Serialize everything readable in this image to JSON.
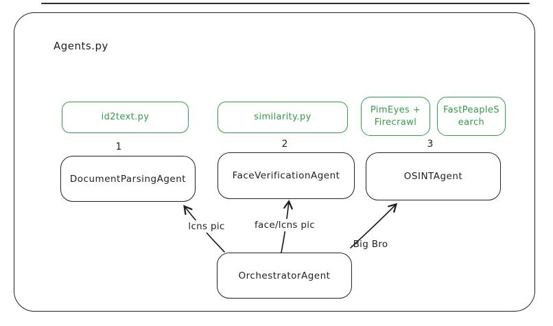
{
  "frame": {
    "title": "Agents.py"
  },
  "tools": [
    {
      "label": "id2text.py"
    },
    {
      "label": "similarity.py"
    },
    {
      "label": "PimEyes +\nFirecrawl"
    },
    {
      "label": "FastPeapleS\nearch"
    }
  ],
  "agents": [
    {
      "number": "1",
      "label": "DocumentParsingAgent"
    },
    {
      "number": "2",
      "label": "FaceVerificationAgent"
    },
    {
      "number": "3",
      "label": "OSINTAgent"
    }
  ],
  "orchestrator": {
    "label": "OrchestratorAgent"
  },
  "arrows": [
    {
      "label": "lcns pic",
      "from": "OrchestratorAgent",
      "to": "DocumentParsingAgent"
    },
    {
      "label": "face/lcns pic",
      "from": "OrchestratorAgent",
      "to": "FaceVerificationAgent"
    },
    {
      "label": "Big Bro",
      "from": "OrchestratorAgent",
      "to": "OSINTAgent"
    }
  ],
  "colors": {
    "stroke": "#1e1e1e",
    "green": "#2f9e44",
    "background": "#ffffff"
  }
}
